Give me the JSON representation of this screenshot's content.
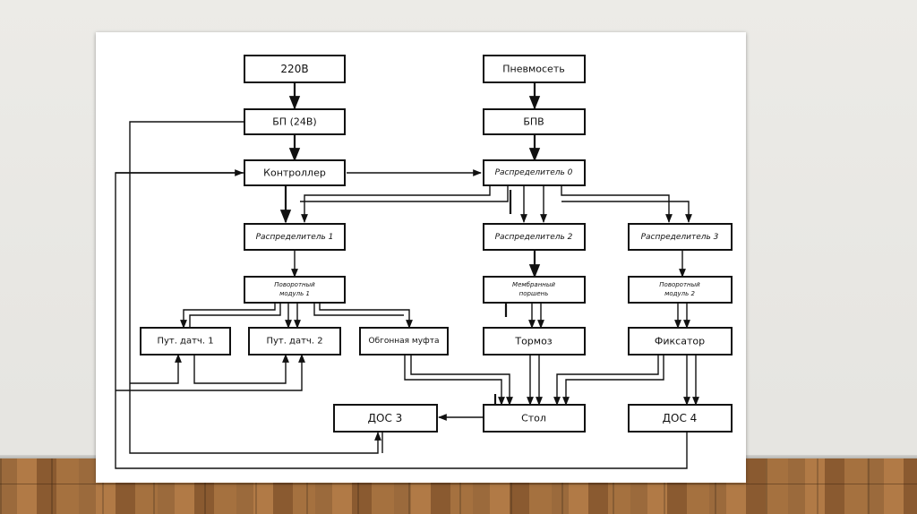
{
  "diagram": {
    "blocks": {
      "power_220v": "220В",
      "pneumonet": "Пневмосеть",
      "bp_24v": "БП (24В)",
      "bpv": "БПВ",
      "controller": "Контроллер",
      "distributor_0": "Распределитель 0",
      "distributor_1": "Распределитель 1",
      "distributor_2": "Распределитель 2",
      "distributor_3": "Распределитель 3",
      "rotary_module_1_a": "Поворотный",
      "rotary_module_1_b": "модуль 1",
      "membrane_piston_a": "Мембранный",
      "membrane_piston_b": "поршень",
      "rotary_module_2_a": "Поворотный",
      "rotary_module_2_b": "модуль 2",
      "path_sensor_1": "Пут. датч. 1",
      "path_sensor_2": "Пут. датч. 2",
      "overrunning_clutch": "Обгонная муфта",
      "brake": "Тормоз",
      "fixator": "Фиксатор",
      "dos_3": "ДОС 3",
      "table": "Стол",
      "dos_4": "ДОС 4"
    }
  }
}
